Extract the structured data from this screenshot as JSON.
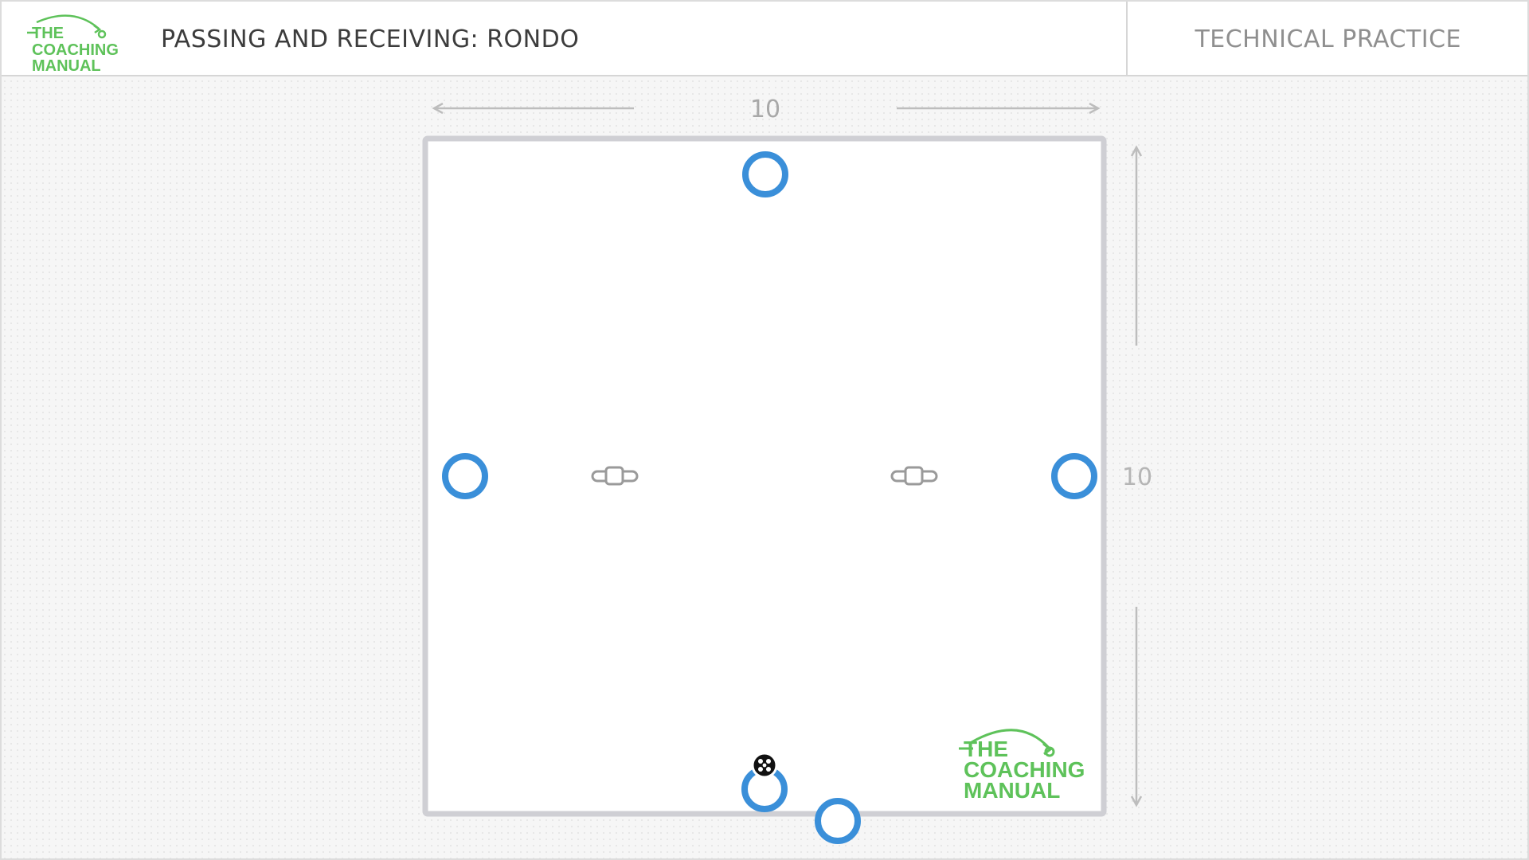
{
  "brand": {
    "line1": "THE",
    "line2": "COACHING",
    "line3": "MANUAL",
    "color": "#5ec25a"
  },
  "header": {
    "title": "PASSING AND RECEIVING: RONDO",
    "category": "TECHNICAL PRACTICE"
  },
  "diagram": {
    "width_label": "10",
    "height_label": "10",
    "players": [
      {
        "team": "blue",
        "position": "top"
      },
      {
        "team": "blue",
        "position": "left"
      },
      {
        "team": "blue",
        "position": "right"
      },
      {
        "team": "blue",
        "position": "bottom",
        "has_ball": true
      },
      {
        "team": "blue",
        "position": "bottom-outside"
      }
    ],
    "defenders": [
      {
        "type": "mannequin",
        "position": "center-left"
      },
      {
        "type": "mannequin",
        "position": "center-right"
      }
    ],
    "colors": {
      "player": "#3a8fd9",
      "boundary": "#cfcfd4",
      "measure": "#bdbdbd",
      "mannequin": "#9a9a9a"
    }
  }
}
